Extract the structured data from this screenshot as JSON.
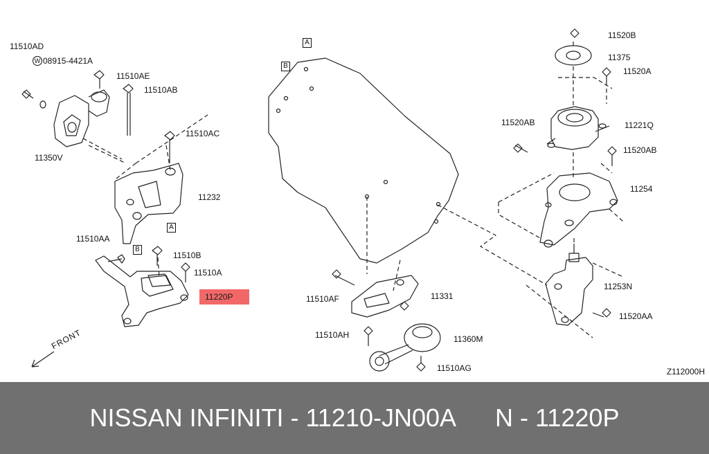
{
  "labels": {
    "l_11510AD": "11510AD",
    "l_08915": "08915-4421A",
    "l_11510AE": "11510AE",
    "l_11510AB": "11510AB",
    "l_11510AC": "11510AC",
    "l_11350V": "11350V",
    "l_11232": "11232",
    "l_11510AA": "11510AA",
    "l_11510B": "11510B",
    "l_11510A": "11510A",
    "l_11510AF": "11510AF",
    "l_11331": "11331",
    "l_11510AH": "11510AH",
    "l_11360M": "11360M",
    "l_11510AG": "11510AG",
    "l_11520B": "11520B",
    "l_11375": "11375",
    "l_11520A": "11520A",
    "l_11520AB_left": "11520AB",
    "l_11221Q": "11221Q",
    "l_11520AB_right": "11520AB",
    "l_11254": "11254",
    "l_11253N": "11253N",
    "l_11520AA": "11520AA"
  },
  "ref_marks": {
    "a1": "A",
    "b1": "B",
    "a2": "A",
    "b2": "B"
  },
  "washer_symbol": "W",
  "highlighted_part": "11220P",
  "front_label": "FRONT",
  "diagram_code": "Z112000H",
  "footer": {
    "brand": "NISSAN INFINITI - 11210-JN00A",
    "part": "N - 11220P"
  }
}
